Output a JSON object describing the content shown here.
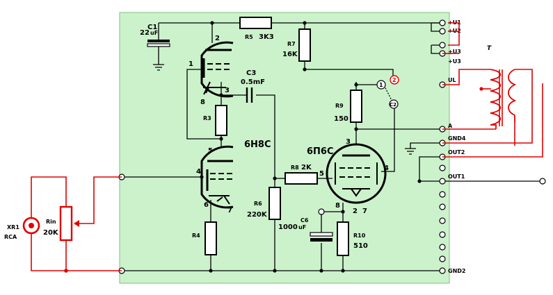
{
  "colors": {
    "board_fill": "#ccf2cc",
    "board_stroke": "#7fbf7f",
    "wire": "#000000",
    "external_wire": "#e00000"
  },
  "components": {
    "c1": {
      "name": "C1",
      "value_num": "22",
      "value_unit": "uF"
    },
    "r5": {
      "name": "R5",
      "value": "3K3"
    },
    "r7": {
      "name": "R7",
      "value": "16K"
    },
    "c3": {
      "name": "C3",
      "value": "0.5mF"
    },
    "r3": {
      "name": "R3"
    },
    "r4": {
      "name": "R4"
    },
    "r6": {
      "name": "R6",
      "value": "220K"
    },
    "r8": {
      "name": "R8",
      "value": "2K"
    },
    "r9": {
      "name": "R9",
      "value": "150"
    },
    "c6": {
      "name": "C6",
      "value_num": "1000",
      "value_unit": "uF"
    },
    "r10": {
      "name": "R10",
      "value": "510"
    },
    "rin": {
      "name": "Rin",
      "value": "20K"
    },
    "xr1": {
      "name": "XR1",
      "type": "RCA"
    },
    "transformer": {
      "name": "T"
    }
  },
  "tubes": {
    "driver": {
      "name": "6H8C",
      "pins": [
        "1",
        "2",
        "3",
        "4",
        "5",
        "6",
        "7",
        "8"
      ]
    },
    "output": {
      "name": "6П6С",
      "pins": [
        "2",
        "3",
        "4",
        "5",
        "7",
        "8"
      ]
    }
  },
  "selector": {
    "pins": [
      "1",
      "2",
      "C2"
    ]
  },
  "terminals": [
    "+U1",
    "+U2",
    "+U3",
    "+U3",
    "UL",
    "A",
    "GND4",
    "OUT2",
    "OUT1",
    "GND2"
  ]
}
